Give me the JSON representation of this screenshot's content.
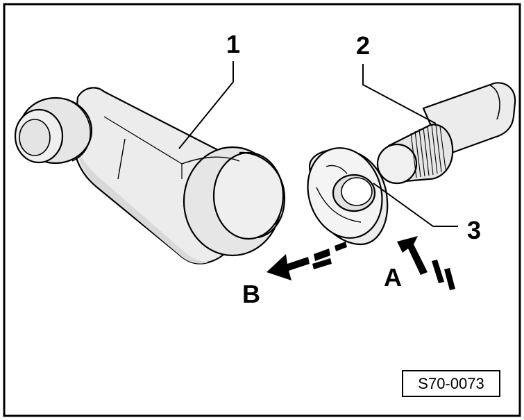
{
  "figure": {
    "callouts": {
      "c1": "1",
      "c2": "2",
      "c3": "3"
    },
    "arrows": {
      "a": "A",
      "b": "B"
    },
    "figure_code": "S70-0073"
  },
  "colors": {
    "ink": "#000000",
    "part_fill": "#ececec",
    "part_shadow": "#d4d4d4",
    "background": "#ffffff"
  }
}
